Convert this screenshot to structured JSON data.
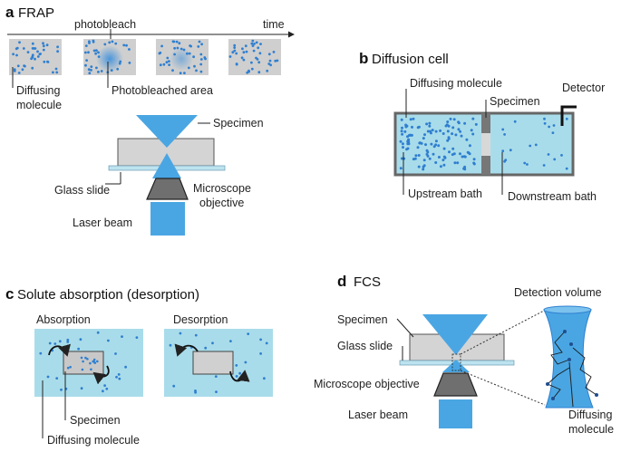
{
  "colors": {
    "bath": "#a9dcea",
    "dots": "#2f7fd0",
    "grey": "#c9c9c9",
    "laser": "#4aa6e3",
    "slide": "#bde3f0",
    "objective": "#6f6f6f"
  },
  "panel_a": {
    "letter": "a",
    "title": "FRAP",
    "timeline_label": "photobleach",
    "time_label": "time",
    "label_diffusing_1": "Diffusing",
    "label_diffusing_2": "molecule",
    "label_bleached": "Photobleached area",
    "label_specimen": "Specimen",
    "label_glass": "Glass slide",
    "label_objective_1": "Microscope",
    "label_objective_2": "objective",
    "label_laser": "Laser beam"
  },
  "panel_b": {
    "letter": "b",
    "title": "Diffusion cell",
    "label_diffusing": "Diffusing molecule",
    "label_specimen": "Specimen",
    "label_detector": "Detector",
    "label_upstream": "Upstream bath",
    "label_downstream": "Downstream bath"
  },
  "panel_c": {
    "letter": "c",
    "title": "Solute absorption (desorption)",
    "label_absorption": "Absorption",
    "label_desorption": "Desorption",
    "label_specimen": "Specimen",
    "label_diffusing": "Diffusing molecule"
  },
  "panel_d": {
    "letter": "d",
    "title": "FCS",
    "label_detection": "Detection volume",
    "label_specimen": "Specimen",
    "label_glass": "Glass slide",
    "label_objective": "Microscope objective",
    "label_laser": "Laser beam",
    "label_diffusing_1": "Diffusing",
    "label_diffusing_2": "molecule"
  }
}
